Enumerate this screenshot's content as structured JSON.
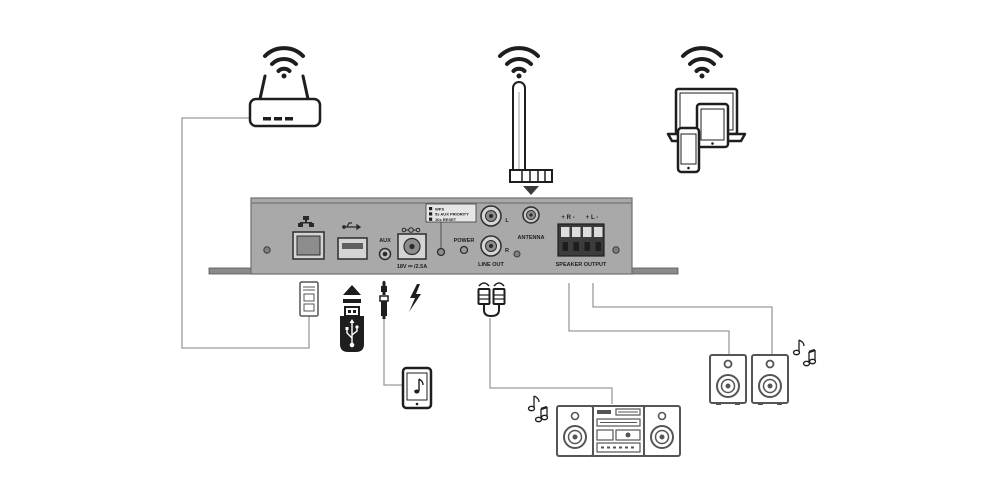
{
  "device": {
    "button_legend": {
      "wps": "WPS",
      "aux_priority": "5s AUX PRIORITY",
      "reset": "10s RESET"
    },
    "labels": {
      "aux": "AUX",
      "power_input": "18V ⎓ /2.5A",
      "power": "POWER",
      "line_out": "LINE OUT",
      "line_out_left": "L",
      "line_out_right": "R",
      "antenna": "ANTENNA",
      "speaker_right": "+ R -",
      "speaker_left": "+ L -",
      "speaker_output": "SPEAKER OUTPUT"
    }
  },
  "colors": {
    "panel": "#a9a9a9",
    "panel_dark": "#7d7d7d",
    "line": "#9a9a9a",
    "ink": "#1e1e1e"
  },
  "icons": [
    "wifi-icon",
    "router-icon",
    "antenna-icon",
    "laptop-icon",
    "tablet-icon",
    "phone-icon",
    "ethernet-icon",
    "usb-icon",
    "usb-stick-icon",
    "audio-jack-icon",
    "lightning-icon",
    "rca-plug-icon",
    "speaker-icon",
    "stereo-system-icon",
    "music-note-icon",
    "music-player-icon"
  ]
}
